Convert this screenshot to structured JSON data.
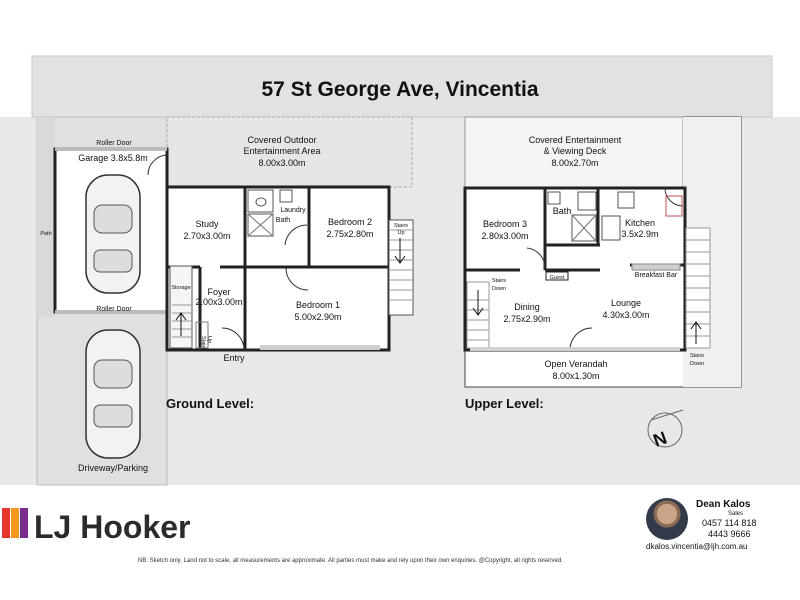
{
  "title": "57 St George Ave, Vincentia",
  "levels": {
    "ground": "Ground Level:",
    "upper": "Upper Level:"
  },
  "ground_rooms": {
    "roller_door_top": "Roller Door",
    "garage": "Garage 3.8x5.8m",
    "outdoor_1": "Covered Outdoor",
    "outdoor_2": "Entertainment Area",
    "outdoor_3": "8.00x3.00m",
    "study_1": "Study",
    "study_2": "2.70x3.00m",
    "laundry_1": "Laundry",
    "laundry_2": "Bath",
    "bed2_1": "Bedroom 2",
    "bed2_2": "2.75x2.80m",
    "stairs_up_1": "Stairs",
    "stairs_up_2": "Up",
    "path": "Path",
    "storage": "Storage",
    "foyer_1": "Foyer",
    "foyer_2": "2.00x3.00m",
    "stairs_small_1": "Stairs",
    "stairs_small_2": "Up",
    "bed1_1": "Bedroom 1",
    "bed1_2": "5.00x2.90m",
    "roller_door_bottom": "Roller Door",
    "entry": "Entry",
    "driveway": "Driveway/Parking"
  },
  "upper_rooms": {
    "deck_1": "Covered Entertainment",
    "deck_2": "& Viewing Deck",
    "deck_3": "8.00x2.70m",
    "bed3_1": "Bedroom 3",
    "bed3_2": "2.80x3.00m",
    "bath": "Bath",
    "kitchen_1": "Kitchen",
    "kitchen_2": "3.5x2.9m",
    "stairs_down_1": "Stairs",
    "stairs_down_2": "Down",
    "guest": "Guest",
    "breakfast_bar": "Breakfast Bar",
    "dining_1": "Dining",
    "dining_2": "2.75x2.90m",
    "lounge_1": "Lounge",
    "lounge_2": "4.30x3.00m",
    "stairs_down_r1": "Stairs",
    "stairs_down_r2": "Down",
    "verandah_1": "Open Verandah",
    "verandah_2": "8.00x1.30m"
  },
  "compass": {
    "letter": "N",
    "icon": "compass-icon"
  },
  "brand": {
    "name": "LJ Hooker",
    "colors": [
      "#e5352c",
      "#f39a1e",
      "#7a2c8c"
    ]
  },
  "agent": {
    "name": "Dean Kalos",
    "role": "Sales",
    "phone": "0457 114 818",
    "phone2": "4443 9666",
    "email": "dkalos.vincentia@ljh.com.au"
  },
  "disclaimer": "NB: Sketch only. Land not to scale, all measurements are approximate. All parties must make and rely upon their own enquiries. @Copyright, all rights reserved."
}
